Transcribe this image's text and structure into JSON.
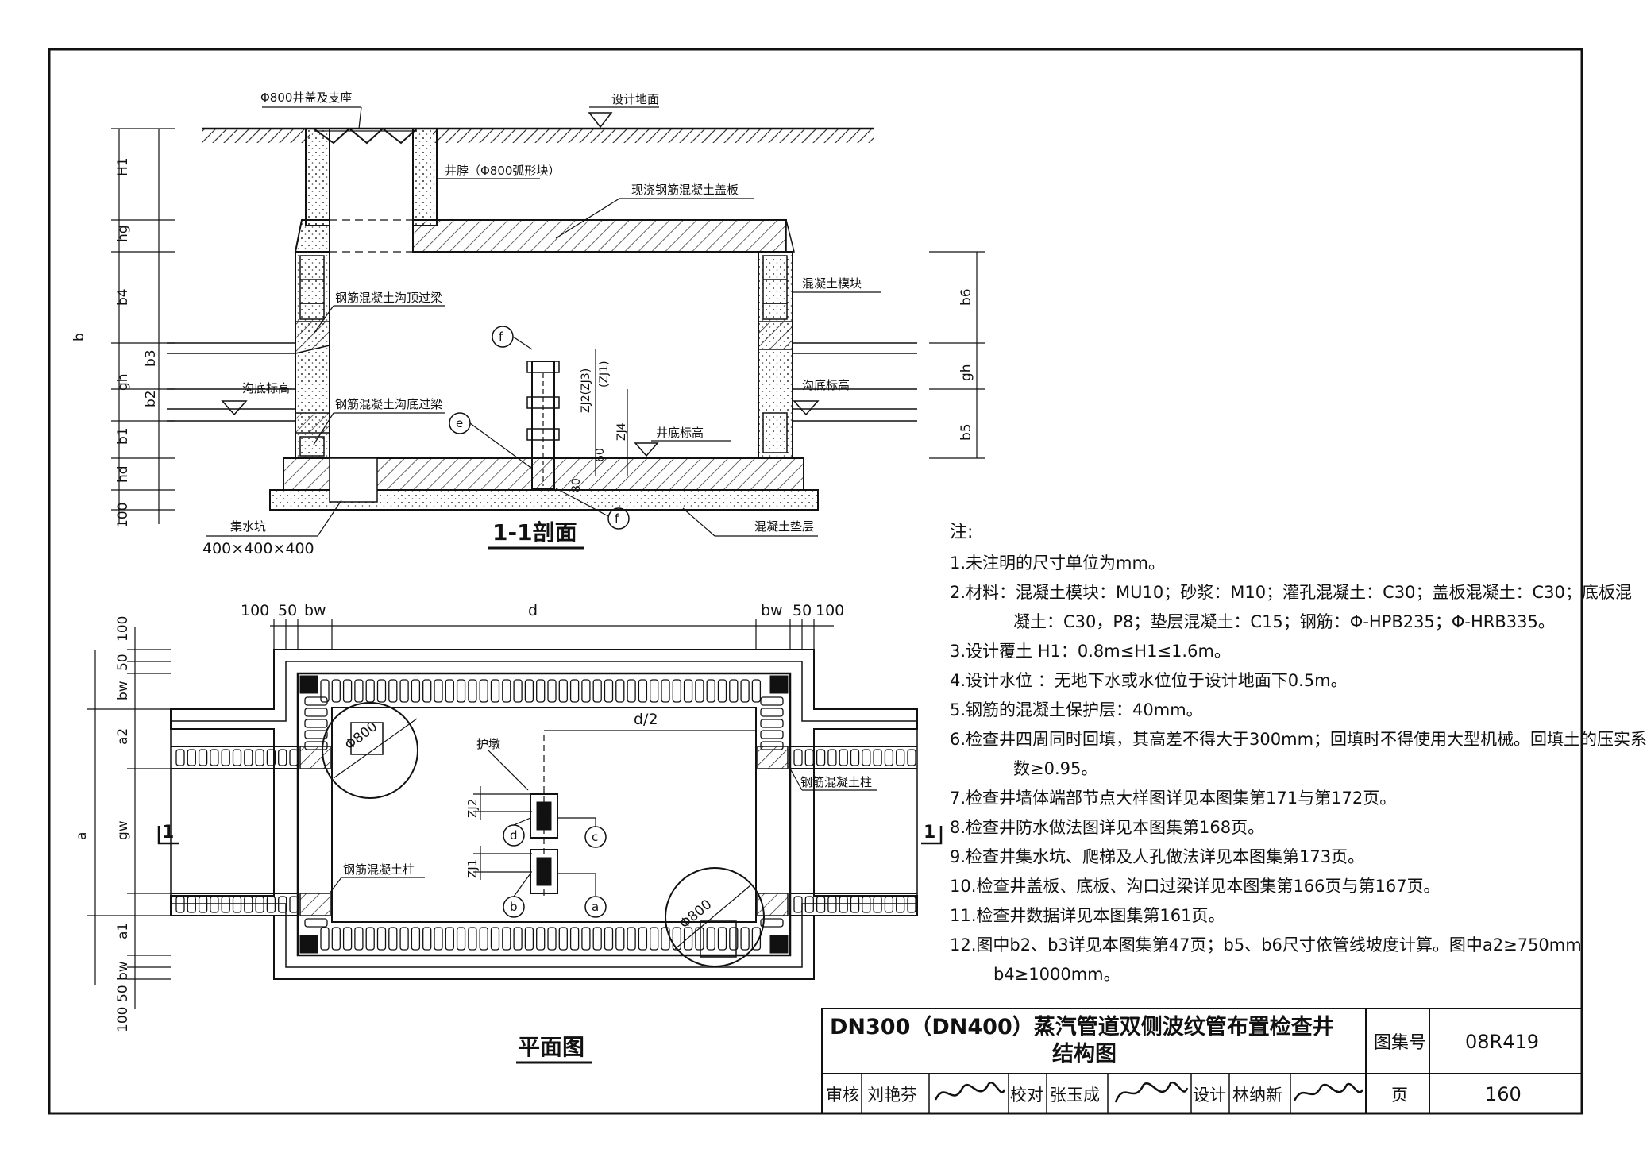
{
  "section_title": "1-1剖面",
  "plan_title": "平面图",
  "section_labels": {
    "cover": "Φ800井盖及支座",
    "ground": "设计地面",
    "neck": "井脖（Φ800弧形块）",
    "slab": "现浇钢筋混凝土盖板",
    "block": "混凝土模块",
    "top_beam": "钢筋混凝土沟顶过梁",
    "trench_bottom_left": "沟底标高",
    "trench_bottom_right": "沟底标高",
    "bottom_beam": "钢筋混凝土沟底过梁",
    "well_bottom": "井底标高",
    "sump": "集水坑",
    "sump_size": "400×400×400",
    "cushion": "混凝土垫层",
    "dim_left": [
      "H1",
      "hg",
      "b4",
      "b",
      "gh",
      "b3",
      "b2",
      "b1",
      "hd",
      "100"
    ],
    "dim_right": [
      "b6",
      "gh",
      "b5"
    ],
    "support_dims": [
      "ZJ2(ZJ3)",
      "(ZJ1)",
      "ZJ4",
      "60",
      "80"
    ],
    "callouts": [
      "f",
      "e",
      "f"
    ]
  },
  "plan_labels": {
    "top_dims_left": [
      "100",
      "50",
      "bw"
    ],
    "top_dim_d": "d",
    "top_dims_right": [
      "bw",
      "50",
      "100"
    ],
    "half_d": "d/2",
    "left_dims": [
      "50",
      "100",
      "bw",
      "a2",
      "a",
      "gw",
      "a1",
      "bw",
      "100",
      "50"
    ],
    "manhole_1": "Φ800",
    "manhole_2": "Φ800",
    "pier": "护墩",
    "column_right": "钢筋混凝土柱",
    "column_left": "钢筋混凝土柱",
    "supports": [
      "ZJ2",
      "ZJ1"
    ],
    "callouts": [
      "d",
      "c",
      "b",
      "a"
    ],
    "section_mark": "1"
  },
  "notes": {
    "head": "注:",
    "items": [
      "1.未注明的尺寸单位为mm。",
      "2.材料：混凝土模块：MU10；砂浆：M10；灌孔混凝土：C30；盖板混凝土：C30；底板混",
      "凝土：C30，P8；垫层混凝土：C15；钢筋：Φ-HPB235；Φ-HRB335。",
      "3.设计覆土 H1：0.8m≤H1≤1.6m。",
      "4.设计水位 ：无地下水或水位位于设计地面下0.5m。",
      "5.钢筋的混凝土保护层：40mm。",
      "6.检查井四周同时回填，其高差不得大于300mm；回填时不得使用大型机械。回填土的压实系",
      "数≥0.95。",
      "7.检查井墙体端部节点大样图详见本图集第171与第172页。",
      "8.检查井防水做法图详见本图集第168页。",
      "9.检查井集水坑、爬梯及人孔做法详见本图集第173页。",
      "10.检查井盖板、底板、沟口过梁详见本图集第166页与第167页。",
      "11.检查井数据详见本图集第161页。",
      "12.图中b2、b3详见本图集第47页；b5、b6尺寸依管线坡度计算。图中a2≥750mm",
      "b4≥1000mm。"
    ]
  },
  "title_block": {
    "title_line1": "DN300（DN400）蒸汽管道双侧波纹管布置检查井",
    "title_line2": "结构图",
    "atlas_label": "图集号",
    "atlas_no": "08R419",
    "review_label": "审核",
    "reviewer": "刘艳芬",
    "check_label": "校对",
    "checker": "张玉成",
    "design_label": "设计",
    "designer": "林纳新",
    "page_label": "页",
    "page_no": "160"
  }
}
